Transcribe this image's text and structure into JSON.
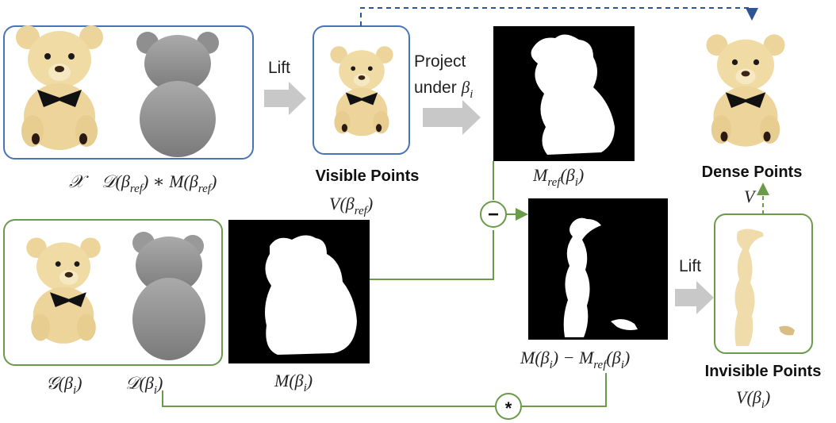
{
  "labels": {
    "lift_top": "Lift",
    "project_line1": "Project",
    "project_line2": "under",
    "visible_points": "Visible Points",
    "dense_points": "Dense Points",
    "invisible_points": "Invisible Points",
    "lift_bottom": "Lift",
    "minus_symbol": "−",
    "star_symbol": "*"
  },
  "math": {
    "x_label": "𝒳",
    "d_beta_ref_times_m": "𝒟(β",
    "beta_i": "β",
    "v_beta_ref": "V(β",
    "m_ref_beta_i": "M",
    "dense_v": "V",
    "g_beta_i": "𝒢(β",
    "d_beta_i": "𝒟(β",
    "m_beta_i": "M(β",
    "m_minus_mref": "M(β",
    "v_beta_i": "V(β"
  },
  "colors": {
    "blue_frame": "#4a74b8",
    "green_frame": "#6a9a4a",
    "arrow_gray": "#c8c8c8",
    "dashed_blue": "#2f5597",
    "teddy_fur": "#ecd49a",
    "teddy_dark": "#1a1a1a"
  },
  "icons": {
    "teddy_image": "teddy-bear-icon",
    "depth_map": "depth-map-icon",
    "mask": "mask-icon"
  }
}
